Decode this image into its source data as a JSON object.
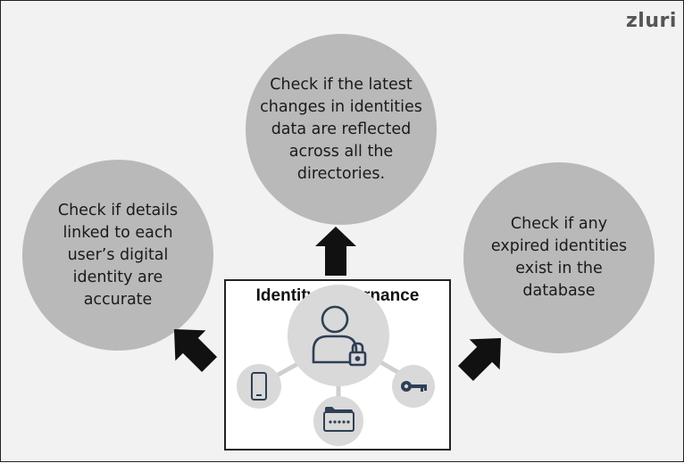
{
  "logo": {
    "text": "zluri"
  },
  "center_box": {
    "title": "Identity Governance"
  },
  "bubbles": {
    "top": {
      "text": "Check if the latest changes in identities data are reflected across all the directories."
    },
    "left": {
      "text": "Check if details linked to each user’s digital identity are accurate"
    },
    "right": {
      "text": "Check if any expired identities exist in the database"
    }
  },
  "icons": {
    "center": "user-lock-icon",
    "left": "mobile-phone-icon",
    "bottom": "password-field-icon",
    "right": "key-icon"
  },
  "colors": {
    "bubble": "#b9b9b9",
    "icon_circle": "#d9d9d9",
    "icon_stroke": "#2f3f55",
    "arrow": "#111111"
  }
}
